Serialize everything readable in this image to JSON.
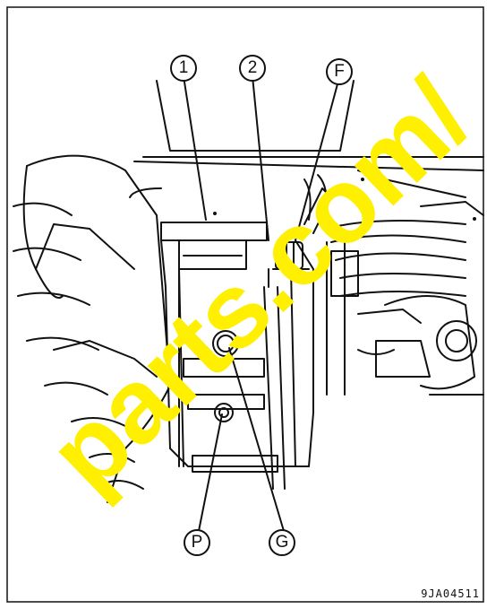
{
  "callouts": {
    "c1": "1",
    "c2": "2",
    "cF": "F",
    "cP": "P",
    "cG": "G"
  },
  "figure_code": "9JA04511",
  "watermark": "parts.com/",
  "colors": {
    "line": "#111111",
    "watermark": "#ffef00",
    "background": "#ffffff"
  }
}
